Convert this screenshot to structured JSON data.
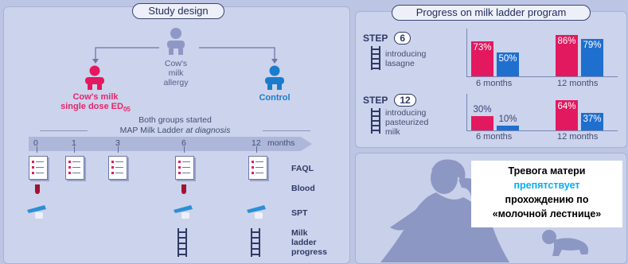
{
  "study": {
    "title": "Study design",
    "center_group": [
      "Cow's",
      "milk",
      "allergy"
    ],
    "left_group_line1": "Cow's milk",
    "left_group_line2": "single dose ED",
    "left_group_sub": "05",
    "right_group": "Control",
    "both_line1": "Both groups started",
    "both_line2_a": "MAP Milk Ladder",
    "both_line2_b": "at diagnosis",
    "timeline": {
      "ticks": [
        "0",
        "1",
        "3",
        "6",
        "12"
      ],
      "unit": "months"
    },
    "rows": {
      "faql": "FAQL",
      "blood": "Blood",
      "spt": "SPT",
      "ladder": [
        "Milk",
        "ladder",
        "progress"
      ]
    }
  },
  "progress": {
    "title": "Progress on milk ladder program",
    "step_word": "STEP",
    "steps": [
      {
        "number": "6",
        "desc": [
          "introducing",
          "lasagne"
        ],
        "groups": [
          {
            "label": "6 months",
            "values": [
              "73%",
              "50%"
            ]
          },
          {
            "label": "12 months",
            "values": [
              "86%",
              "79%"
            ]
          }
        ]
      },
      {
        "number": "12",
        "desc": [
          "introducing",
          "pasteurized",
          "milk"
        ],
        "groups": [
          {
            "label": "6 months",
            "values": [
              "30%",
              "10%"
            ]
          },
          {
            "label": "12 months",
            "values": [
              "64%",
              "37%"
            ]
          }
        ]
      }
    ]
  },
  "overlay": {
    "line1": "Тревога матери",
    "line2": "препятствует",
    "line3": "прохождению по",
    "line4": "«молочной лестнице»"
  },
  "colors": {
    "pink": "#e3195f",
    "blue": "#1f6fcf",
    "highlight": "#00b0f0"
  }
}
